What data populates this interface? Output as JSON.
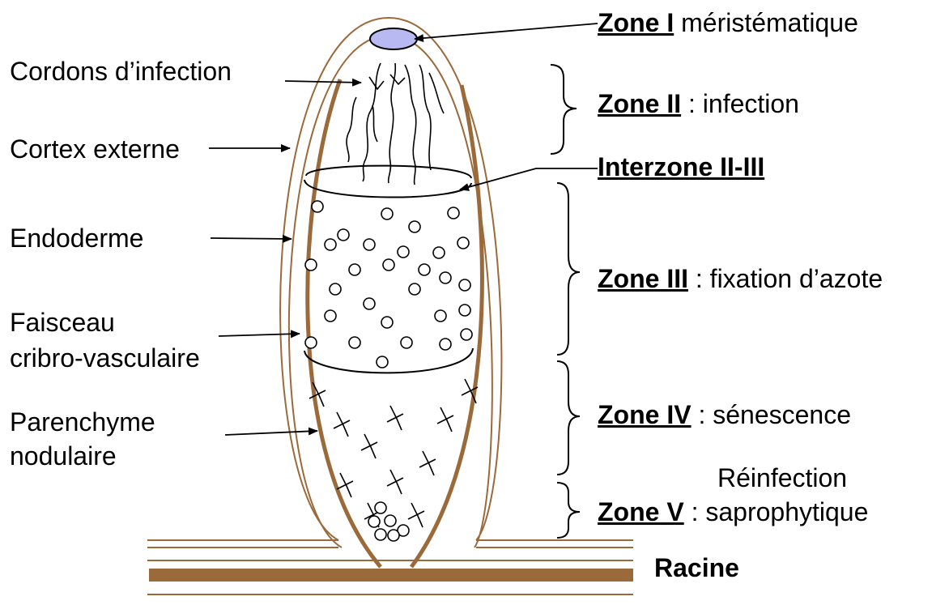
{
  "left_labels": {
    "cordons": "Cordons d’infection",
    "cortex": "Cortex externe",
    "endoderme": "Endoderme",
    "faisceau_line1": "Faisceau",
    "faisceau_line2": "cribro-vasculaire",
    "parenchyme_line1": "Parenchyme",
    "parenchyme_line2": "nodulaire"
  },
  "zones": {
    "zone1": {
      "name": "Zone I",
      "desc": " méristématique"
    },
    "zone2": {
      "name": "Zone II",
      "desc": " : infection"
    },
    "interzone": {
      "name": "Interzone II-III"
    },
    "zone3": {
      "name": "Zone III",
      "desc": " : fixation d’azote"
    },
    "zone4": {
      "name": "Zone IV",
      "desc": " : sénescence"
    },
    "reinfection": "Réinfection",
    "zone5": {
      "name": "Zone V",
      "desc": " : saprophytique"
    }
  },
  "racine": "Racine",
  "colors": {
    "brown": "#9B6A3B",
    "meristem_fill": "#B8B8F2",
    "line": "#000000"
  }
}
